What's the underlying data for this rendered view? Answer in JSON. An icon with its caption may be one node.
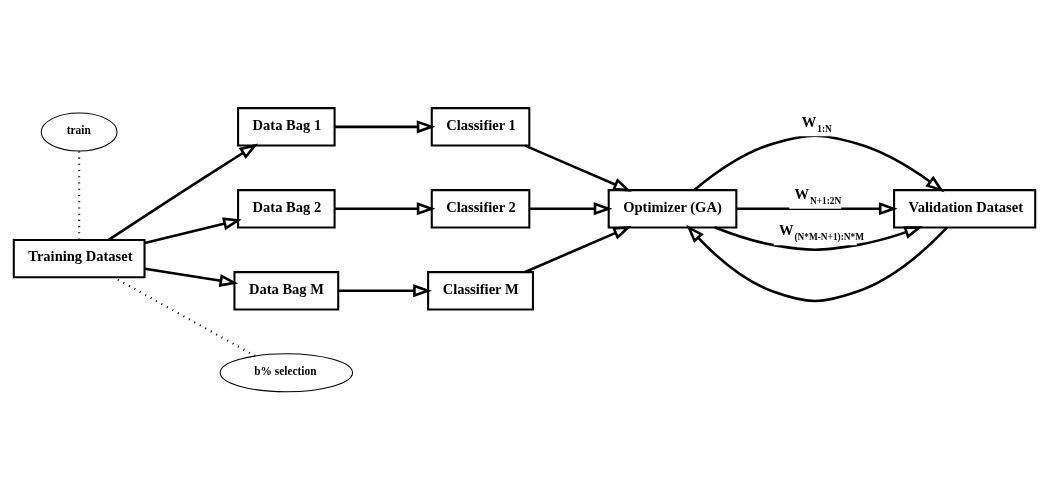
{
  "diagram": {
    "nodes": [
      {
        "text": [
          "Training Dataset"
        ]
      },
      {
        "text": [
          "train"
        ]
      },
      {
        "text": [
          "Optimizer (GA)"
        ]
      },
      {
        "text": [
          "Validation Dataset"
        ]
      },
      {
        "text": [
          "b% selection"
        ]
      },
      {
        "text": [
          "Data Bag 1"
        ]
      },
      {
        "text": [
          "Classifier 1"
        ]
      },
      {
        "text": [
          "Data Bag 2"
        ]
      },
      {
        "text": [
          "Classifier 2"
        ]
      },
      {
        "text": [
          "Data Bag M"
        ]
      },
      {
        "text": [
          "Classifier M"
        ]
      }
    ],
    "edges": [
      {
        "from": 3,
        "to": 2,
        "arrow": "to"
      },
      {
        "from": 1,
        "to": 0,
        "arrow": "none",
        "style": "dashed"
      },
      {
        "from": 4,
        "to": 0,
        "arrow": "none",
        "style": "dashed"
      },
      {
        "from": 0,
        "to": 5,
        "arrow": "to"
      },
      {
        "from": 5,
        "to": 6,
        "arrow": "to"
      },
      {
        "from": 6,
        "to": 2,
        "arrow": "to"
      },
      {
        "from": 2,
        "to": 3,
        "arrow": "to",
        "label": "W$_{1:N}$"
      },
      {
        "from": 0,
        "to": 7,
        "arrow": "to"
      },
      {
        "from": 7,
        "to": 8,
        "arrow": "to"
      },
      {
        "from": 8,
        "to": 2,
        "arrow": "to"
      },
      {
        "from": 2,
        "to": 3,
        "arrow": "to",
        "label": "W$_{N+1:2N}$"
      },
      {
        "from": 0,
        "to": 9,
        "arrow": "to"
      },
      {
        "from": 9,
        "to": 10,
        "arrow": "to"
      },
      {
        "from": 10,
        "to": 2,
        "arrow": "to"
      },
      {
        "from": 2,
        "to": 3,
        "arrow": "to",
        "label": "W$_{(N*M-N+1):N*M}$"
      }
    ]
  }
}
